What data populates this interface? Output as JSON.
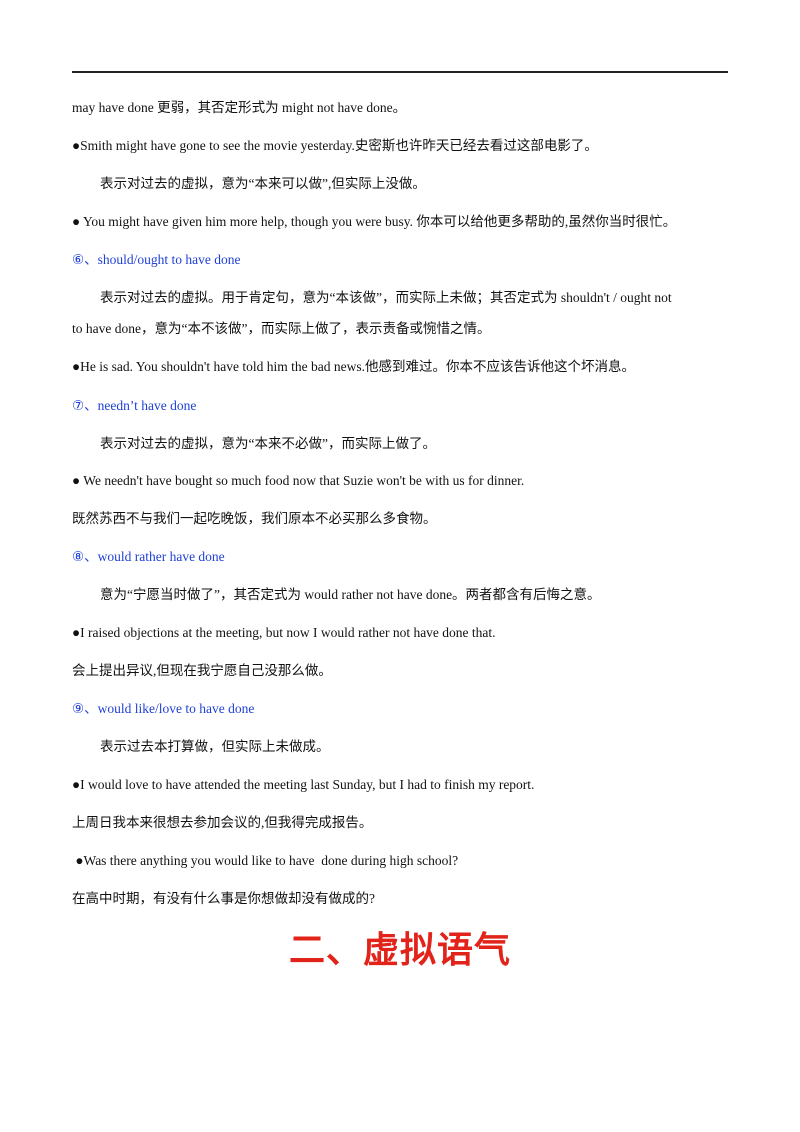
{
  "lines": [
    "may have  done 更弱，其否定形式为  might not have done。",
    "●Smith  might have gone to see the movie yesterday.史密斯也许昨天已经去看过这部电影了。",
    "表示对过去的虚拟，意为“本来可以做”,但实际上没做。",
    "● You might have given him more help, though you  were busy.    你本可以给他更多帮助的,虽然你当时很忙。",
    "⑥、should/ought  to have done",
    "表示对过去的虚拟。用于肯定句，意为“本该做”，而实际上未做；其否定式为  shouldn't  /  ought not",
    "to have done，意为“本不该做”，而实际上做了，表示责备或惋惜之情。",
    "●He is sad. You shouldn't have told him the bad  news.他感到难过。你本不应该告诉他这个坏消息。",
    "⑦、needn’t  have  done",
    "表示对过去的虚拟，意为“本来不必做”，而实际上做了。",
    "● We needn't  have bought so much food now that  Suzie won't  be with us for dinner.",
    "既然苏西不与我们一起吃晚饭，我们原本不必买那么多食物。",
    "⑧、would rather  have done",
    "意为“宁愿当时做了”，其否定式为  would rather not have  done。两者都含有后悔之意。",
    "●I raised objections at the  meeting, but now I would rather not have done that.",
    "会上提出异议,但现在我宁愿自己没那么做。",
    "⑨、would like/love to  have done",
    "表示过去本打算做，但实际上未做成。",
    "●I would love to  have attended the meeting last Sunday, but I had to finish  my report.",
    "上周日我本来很想去参加会议的,但我得完成报告。",
    " ●Was there anything you would like to have  done during high school?",
    "在高中时期，有没有什么事是你想做却没有做成的?"
  ],
  "section_heading": "二、虚拟语气",
  "colors": {
    "text": "#111111",
    "subheading": "#1f3fd6",
    "heading": "#e2231a"
  }
}
